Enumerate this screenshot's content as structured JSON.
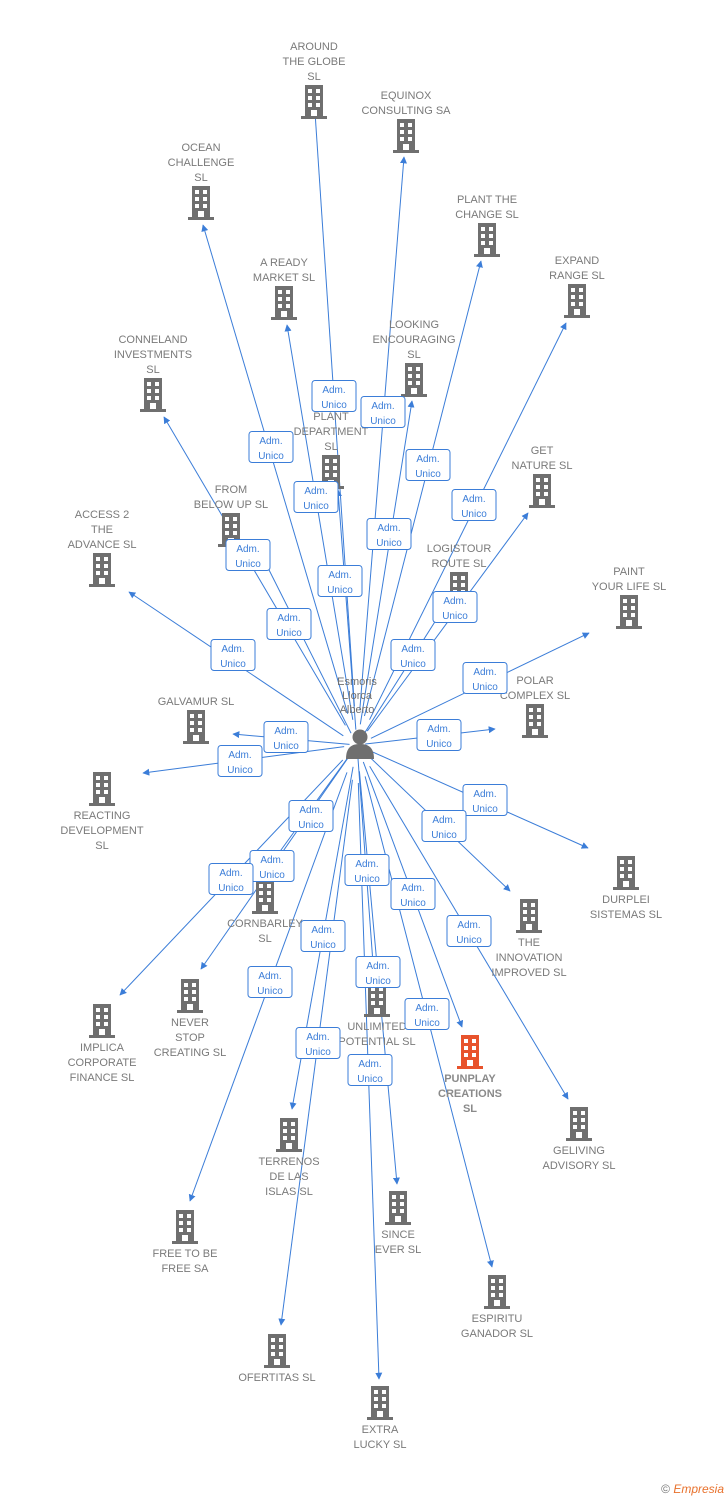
{
  "person": {
    "label_lines": [
      "Esmoris",
      "Llorca",
      "Alberto"
    ]
  },
  "edge_label_lines": [
    "Adm.",
    "Unico"
  ],
  "colors": {
    "edge": "#3b7dd8",
    "building": "#6f6f6f",
    "building_highlight": "#e8532c",
    "label": "#7a7a7a"
  },
  "footer": {
    "copyright": "©",
    "brand": "Empresia"
  },
  "companies": [
    {
      "id": "around-the-globe",
      "lines": [
        "AROUND",
        "THE GLOBE",
        "SL"
      ],
      "icon": "building-icon"
    },
    {
      "id": "equinox-consulting",
      "lines": [
        "EQUINOX",
        "CONSULTING SA"
      ],
      "icon": "building-icon"
    },
    {
      "id": "ocean-challenge",
      "lines": [
        "OCEAN",
        "CHALLENGE",
        "SL"
      ],
      "icon": "building-icon"
    },
    {
      "id": "plant-the-change",
      "lines": [
        "PLANT THE",
        "CHANGE  SL"
      ],
      "icon": "building-icon"
    },
    {
      "id": "expand-range",
      "lines": [
        "EXPAND",
        "RANGE  SL"
      ],
      "icon": "building-icon"
    },
    {
      "id": "a-ready-market",
      "lines": [
        "A READY",
        "MARKET  SL"
      ],
      "icon": "building-icon"
    },
    {
      "id": "looking-encouraging",
      "lines": [
        "LOOKING",
        "ENCOURAGING",
        "SL"
      ],
      "icon": "building-icon"
    },
    {
      "id": "conneland-investments",
      "lines": [
        "CONNELAND",
        "INVESTMENTS",
        "SL"
      ],
      "icon": "building-icon"
    },
    {
      "id": "department",
      "lines": [
        "PLANT",
        "DEPARTMENT",
        "SL"
      ],
      "icon": "building-icon"
    },
    {
      "id": "get-nature",
      "lines": [
        "GET",
        "NATURE  SL"
      ],
      "icon": "building-icon"
    },
    {
      "id": "from-below-up",
      "lines": [
        "FROM",
        "BELOW UP  SL"
      ],
      "icon": "building-icon"
    },
    {
      "id": "access-2-the-advance",
      "lines": [
        "ACCESS 2",
        "THE",
        "ADVANCE  SL"
      ],
      "icon": "building-icon"
    },
    {
      "id": "logistour-route",
      "lines": [
        "LOGISTOUR",
        "ROUTE  SL"
      ],
      "icon": "building-icon"
    },
    {
      "id": "paint-your-life",
      "lines": [
        "PAINT",
        "YOUR LIFE  SL"
      ],
      "icon": "building-icon"
    },
    {
      "id": "polar-complex",
      "lines": [
        "POLAR",
        "COMPLEX  SL"
      ],
      "icon": "building-icon"
    },
    {
      "id": "galvamur",
      "lines": [
        "GALVAMUR  SL"
      ],
      "icon": "building-icon"
    },
    {
      "id": "reacting-development",
      "lines": [
        "REACTING",
        "DEVELOPMENT",
        "SL"
      ],
      "icon": "building-icon"
    },
    {
      "id": "durplei-sistemas",
      "lines": [
        "DURPLEI",
        "SISTEMAS  SL"
      ],
      "icon": "building-icon"
    },
    {
      "id": "the-innovation-improved",
      "lines": [
        "THE",
        "INNOVATION",
        "IMPROVED  SL"
      ],
      "icon": "building-icon"
    },
    {
      "id": "cornbarley",
      "lines": [
        "CORNBARLEY",
        "SL"
      ],
      "icon": "building-icon"
    },
    {
      "id": "never-stop-creating",
      "lines": [
        "NEVER",
        "STOP",
        "CREATING  SL"
      ],
      "icon": "building-icon"
    },
    {
      "id": "implica-corporate-finance",
      "lines": [
        "IMPLICA",
        "CORPORATE",
        "FINANCE  SL"
      ],
      "icon": "building-icon"
    },
    {
      "id": "unlimited-potential",
      "lines": [
        "UNLIMITED",
        "POTENTIAL  SL"
      ],
      "icon": "building-icon"
    },
    {
      "id": "punplay-creations",
      "lines": [
        "PUNPLAY",
        "CREATIONS",
        "SL"
      ],
      "icon": "building-icon",
      "highlight": true
    },
    {
      "id": "geliving-advisory",
      "lines": [
        "GELIVING",
        "ADVISORY  SL"
      ],
      "icon": "building-icon"
    },
    {
      "id": "terrenos-de-las-islas",
      "lines": [
        "TERRENOS",
        "DE LAS",
        "ISLAS  SL"
      ],
      "icon": "building-icon"
    },
    {
      "id": "since-ever",
      "lines": [
        "SINCE",
        "EVER  SL"
      ],
      "icon": "building-icon"
    },
    {
      "id": "free-to-be-free",
      "lines": [
        "FREE TO BE",
        "FREE SA"
      ],
      "icon": "building-icon"
    },
    {
      "id": "espiritu-ganador",
      "lines": [
        "ESPIRITU",
        "GANADOR SL"
      ],
      "icon": "building-icon"
    },
    {
      "id": "ofertitas",
      "lines": [
        "OFERTITAS  SL"
      ],
      "icon": "building-icon"
    },
    {
      "id": "extra-lucky",
      "lines": [
        "EXTRA",
        "LUCKY  SL"
      ],
      "icon": "building-icon"
    }
  ]
}
